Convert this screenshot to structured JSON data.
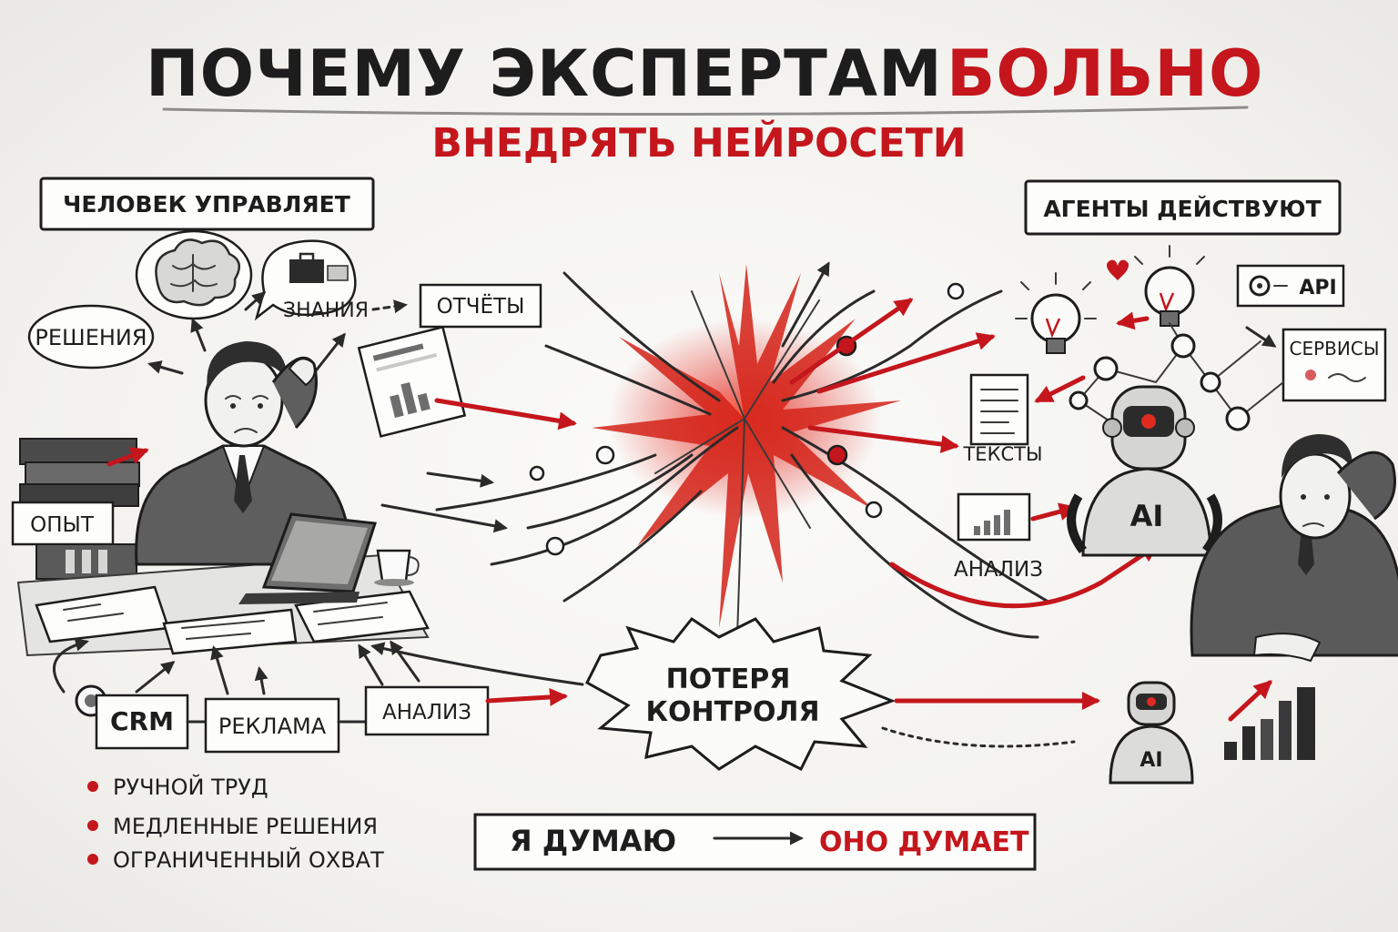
{
  "title": {
    "line1_part1": "ПОЧЕМУ ЭКСПЕРТАМ",
    "line1_part2": "БОЛЬНО",
    "line2": "ВНЕДРЯТЬ НЕЙРОСЕТИ"
  },
  "left": {
    "header": "ЧЕЛОВЕК УПРАВЛЯЕТ",
    "bubbles": [
      "РЕШЕНИЯ",
      "ЗНАНИЯ"
    ],
    "reports": "ОТЧЁТЫ",
    "experience": "ОПЫТ",
    "tools": [
      "CRM",
      "РЕКЛАМА",
      "АНАЛИЗ"
    ],
    "bullets": [
      "РУЧНОЙ ТРУД",
      "МЕДЛЕННЫЕ РЕШЕНИЯ",
      "ОГРАНИЧЕННЫЙ ОХВАТ"
    ]
  },
  "center": {
    "loss_line1": "ПОТЕРЯ",
    "loss_line2": "КОНТРОЛЯ"
  },
  "right": {
    "header": "АГЕНТЫ ДЕЙСТВУЮТ",
    "api": "API",
    "services": "СЕРВИСЫ",
    "texts": "ТЕКСТЫ",
    "analysis": "АНАЛИЗ",
    "robot_label": "AI",
    "small_robot_label": "AI"
  },
  "bottom": {
    "think_me": "Я ДУМАЮ",
    "think_it": "ОНО ДУМАЕТ"
  },
  "colors": {
    "accent": "#c4161c",
    "ink": "#1d1d1d"
  }
}
